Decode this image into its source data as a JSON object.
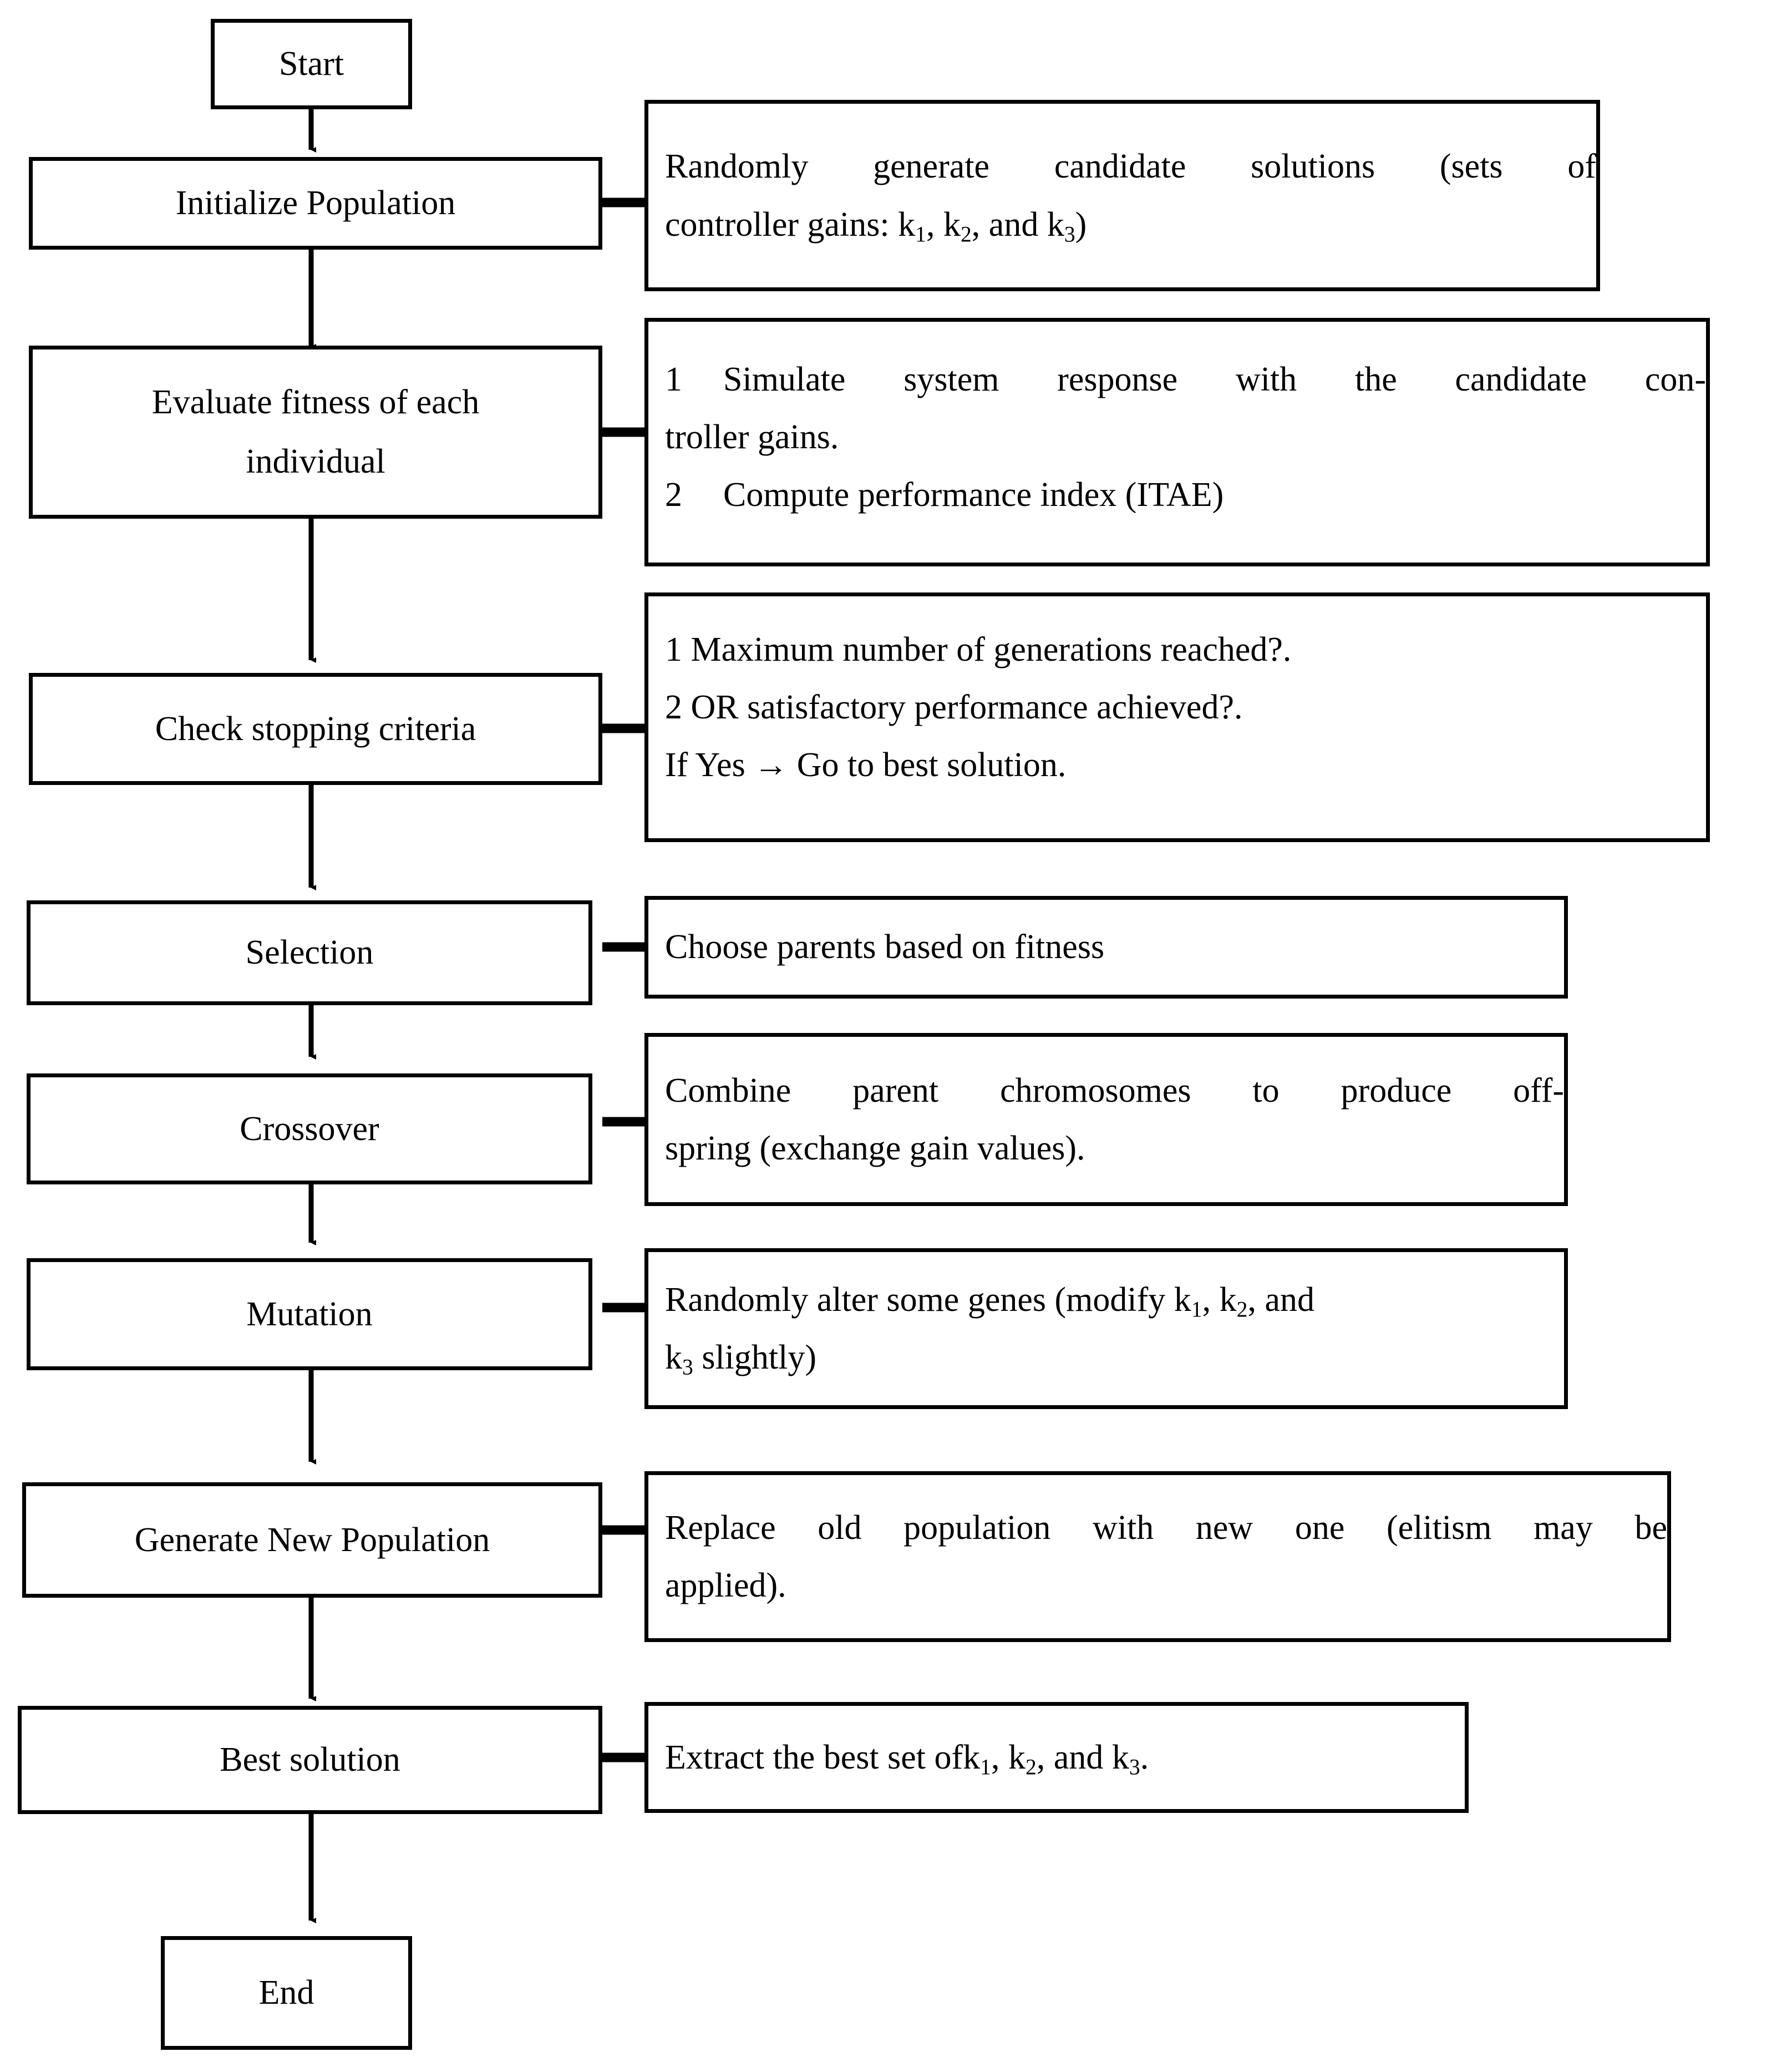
{
  "diagram": {
    "title": "Genetic Algorithm controller tuning flowchart",
    "stroke_color": "#000000",
    "background_color": "#ffffff"
  },
  "nodes": {
    "start": "Start",
    "initialize_population": "Initialize Population",
    "evaluate_fitness_line1": "Evaluate fitness of each",
    "evaluate_fitness_line2": "individual",
    "check_stopping": "Check stopping criteria",
    "selection": "Selection",
    "crossover": "Crossover",
    "mutation": "Mutation",
    "generate_new_population": "Generate New Population",
    "best_solution": "Best solution",
    "end": "End"
  },
  "descriptions": {
    "initialize": {
      "line1": "Randomly generate candidate solutions (sets of",
      "line2_pre": "controller gains:  k",
      "line2_sub1": "1",
      "line2_mid1": ", k",
      "line2_sub2": "2",
      "line2_mid2": ", and k",
      "line2_sub3": "3",
      "line2_post": ")"
    },
    "evaluate": {
      "item1_num": "1",
      "item1_line1": "Simulate system response with the candidate con-",
      "item1_line2": "troller gains.",
      "item2_num": "2",
      "item2_text": "Compute performance index (ITAE)"
    },
    "stopping": {
      "line1": "1 Maximum number of generations reached?.",
      "line2": "2 OR satisfactory performance achieved?.",
      "line3": "If Yes → Go to best solution."
    },
    "selection": {
      "line1": "Choose parents based on fitness"
    },
    "crossover": {
      "line1": "Combine parent chromosomes to produce off-",
      "line2": "spring (exchange gain values)."
    },
    "mutation": {
      "line1_pre": "Randomly alter some genes (modify k",
      "line1_sub1": "1",
      "line1_mid": ", k",
      "line1_sub2": "2",
      "line1_post": ", and",
      "line2_pre": "k",
      "line2_sub": "3",
      "line2_post": " slightly)"
    },
    "generate": {
      "line1": "Replace old population with new one (elitism may be",
      "line2": "applied)."
    },
    "best": {
      "line_pre": "Extract the best set ofk",
      "sub1": "1",
      "mid1": ", k",
      "sub2": "2",
      "mid2": ", and k",
      "sub3": "3",
      "post": "."
    }
  },
  "icons": {
    "flow_arrow": "down-arrow-icon",
    "branch_arrow": "right-arrow-icon"
  }
}
